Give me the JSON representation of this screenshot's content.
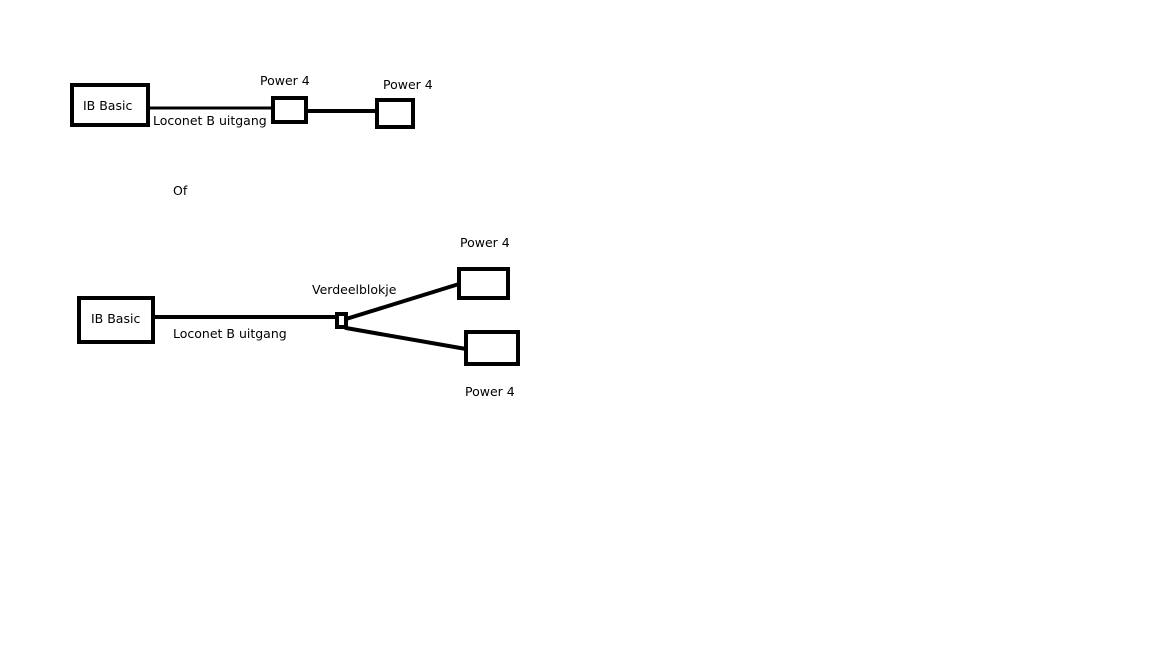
{
  "diagram_top": {
    "controller_label": "IB Basic",
    "cable_label": "Loconet B uitgang",
    "booster_1_label": "Power 4",
    "booster_2_label": "Power 4"
  },
  "separator_label": "Of",
  "diagram_bottom": {
    "controller_label": "IB Basic",
    "cable_label": "Loconet B uitgang",
    "splitter_label": "Verdeelblokje",
    "booster_1_label": "Power 4",
    "booster_2_label": "Power 4"
  },
  "colors": {
    "background": "#ffffff",
    "ink": "#000000"
  }
}
